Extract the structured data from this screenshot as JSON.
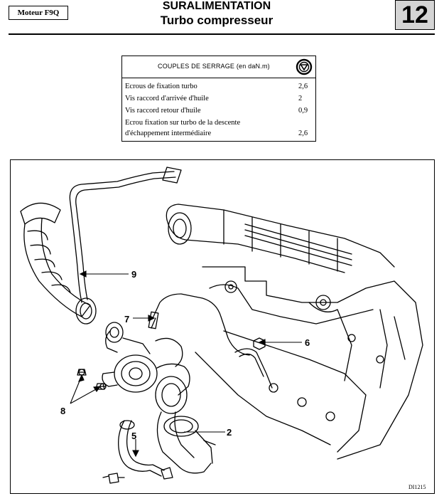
{
  "header": {
    "engine": "Moteur F9Q",
    "title": "SURALIMENTATION",
    "subtitle": "Turbo compresseur",
    "section": "12"
  },
  "torque_table": {
    "title": "COUPLES DE SERRAGE (en daN.m)",
    "icon": "torque-wrench-symbol-icon",
    "rows": [
      {
        "label": "Ecrous de fixation turbo",
        "value": "2,6"
      },
      {
        "label": "Vis raccord d'arrivée d'huile",
        "value": "2"
      },
      {
        "label": "Vis raccord retour d'huile",
        "value": "0,9"
      },
      {
        "label_line1": "Ecrou fixation sur turbo de la descente",
        "label_line2": "d'échappement intermédiaire",
        "value": "2,6"
      }
    ]
  },
  "diagram": {
    "callouts": [
      "9",
      "7",
      "6",
      "8",
      "5",
      "2"
    ],
    "reference": "DI1215"
  }
}
